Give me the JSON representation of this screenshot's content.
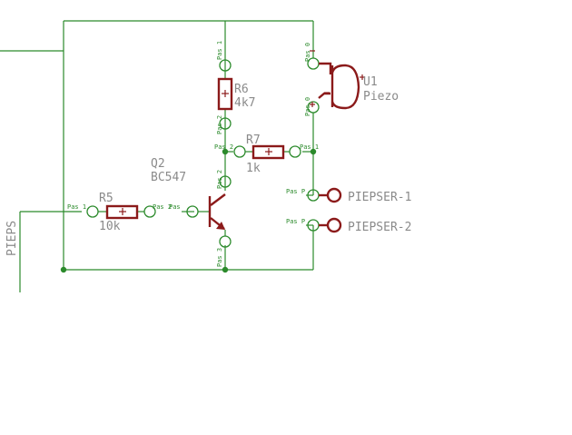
{
  "components": {
    "r6": {
      "name": "R6",
      "value": "4k7",
      "pin_top": "Pas 1",
      "pin_bottom": "Pas 2"
    },
    "r7": {
      "name": "R7",
      "value": "1k",
      "pin_left": "Pas 2",
      "pin_right": "Pas 1"
    },
    "r5": {
      "name": "R5",
      "value": "10k",
      "pin_left": "Pas 1",
      "pin_right": "Pas 2"
    },
    "q2": {
      "name": "Q2",
      "value": "BC547",
      "pin_base": "Pas",
      "pin_collector": "Pas 2",
      "pin_emitter": "Pas 3"
    },
    "u1": {
      "name": "U1",
      "value": "Piezo",
      "pin_top": "Pas 0",
      "pin_bottom": "Pas 0"
    }
  },
  "connectors": [
    {
      "label": "PIEPSER-1",
      "pin": "Pas P"
    },
    {
      "label": "PIEPSER-2",
      "pin": "Pas P"
    }
  ],
  "nets": {
    "pieps": "PIEPS"
  }
}
